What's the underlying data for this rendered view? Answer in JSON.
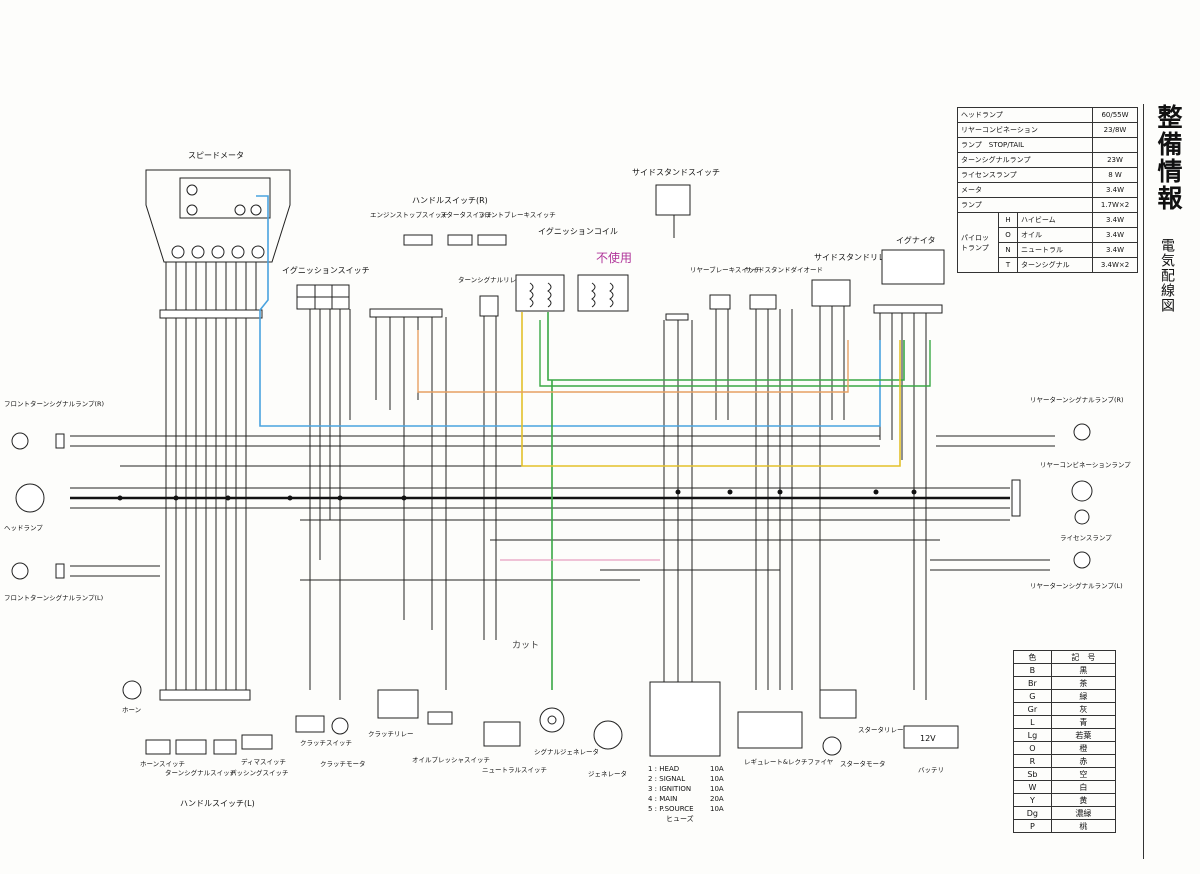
{
  "title": "整備情報",
  "subtitle": "電気配線図",
  "spec_table": {
    "rows": [
      {
        "label": "ヘッドランプ",
        "value": "60/55W"
      },
      {
        "label": "リヤーコンビネーション",
        "value": "23/8W"
      },
      {
        "label": "ランプ　STOP/TAIL",
        "value": ""
      },
      {
        "label": "ターンシグナルランプ",
        "value": "23W"
      },
      {
        "label": "ライセンスランプ",
        "value": "8 W"
      },
      {
        "label": "メータ",
        "value": "3.4W"
      },
      {
        "label": "ランプ",
        "value": "1.7W×2"
      }
    ],
    "pilot_label": "パイロットランプ",
    "pilot_rows": [
      {
        "key": "H",
        "label": "ハイビーム",
        "value": "3.4W"
      },
      {
        "key": "O",
        "label": "オイル",
        "value": "3.4W"
      },
      {
        "key": "N",
        "label": "ニュートラル",
        "value": "3.4W"
      },
      {
        "key": "T",
        "label": "ターンシグナル",
        "value": "3.4W×2"
      }
    ]
  },
  "color_code": {
    "header_color": "色",
    "header_code": "記　号",
    "rows": [
      {
        "code": "B",
        "color": "黒"
      },
      {
        "code": "Br",
        "color": "茶"
      },
      {
        "code": "G",
        "color": "緑"
      },
      {
        "code": "Gr",
        "color": "灰"
      },
      {
        "code": "L",
        "color": "青"
      },
      {
        "code": "Lg",
        "color": "若葉"
      },
      {
        "code": "O",
        "color": "橙"
      },
      {
        "code": "R",
        "color": "赤"
      },
      {
        "code": "Sb",
        "color": "空"
      },
      {
        "code": "W",
        "color": "白"
      },
      {
        "code": "Y",
        "color": "黄"
      },
      {
        "code": "Dg",
        "color": "濃緑"
      },
      {
        "code": "P",
        "color": "桃"
      }
    ]
  },
  "fuses": {
    "rows": [
      {
        "name": "1 : HEAD",
        "rating": "10A"
      },
      {
        "name": "2 : SIGNAL",
        "rating": "10A"
      },
      {
        "name": "3 : IGNITION",
        "rating": "10A"
      },
      {
        "name": "4 : MAIN",
        "rating": "20A"
      },
      {
        "name": "5 : P.SOURCE",
        "rating": "10A"
      }
    ],
    "caption": "ヒューズ"
  },
  "components": {
    "speedometer": "スピードメータ",
    "ignition_switch": "イグニッションスイッチ",
    "handle_switch_r": "ハンドルスイッチ(R)",
    "engine_stop_switch": "エンジンストップスイッチ",
    "starter_switch": "スタータスイッチ",
    "front_brake_switch": "フロントブレーキスイッチ",
    "turn_signal_relay": "ターンシグナルリレー",
    "ignition_coil": "イグニッションコイル",
    "side_stand_switch": "サイドスタンドスイッチ",
    "rear_brake_switch": "リヤーブレーキスイッチ",
    "side_stand_diode": "サイドスタンドダイオード",
    "side_stand_relay": "サイドスタンドリレー",
    "igniter": "イグナイタ",
    "front_turn_r": "フロントターンシグナルランプ(R)",
    "headlamp": "ヘッドランプ",
    "front_turn_l": "フロントターンシグナルランプ(L)",
    "rear_turn_r": "リヤーターンシグナルランプ(R)",
    "rear_combo": "リヤーコンビネーションランプ",
    "license_lamp": "ライセンスランプ",
    "rear_turn_l": "リヤーターンシグナルランプ(L)",
    "horn": "ホーン",
    "horn_switch": "ホーンスイッチ",
    "turn_signal_switch": "ターンシグナルスイッチ",
    "passing_switch": "パッシングスイッチ",
    "dimmer_switch": "ディマスイッチ",
    "handle_switch_l": "ハンドルスイッチ(L)",
    "clutch_switch": "クラッチスイッチ",
    "clutch_motor": "クラッチモータ",
    "clutch_relay": "クラッチリレー",
    "oil_pressure_switch": "オイルプレッシャスイッチ",
    "neutral_switch": "ニュートラルスイッチ",
    "signal_generator": "シグナルジェネレータ",
    "generator": "ジェネレータ",
    "regulator": "レギュレート&レクチファイヤ",
    "starter_relay": "スタータリレー",
    "starter_motor": "スタータモータ",
    "battery": "バッテリ",
    "battery_voltage": "12V"
  },
  "handwritten_notes": {
    "unused": "不使用",
    "cut": "カット"
  },
  "wire_colors": {
    "blue": "#4aa3df",
    "green": "#3aa845",
    "yellow": "#e3c12a",
    "orange": "#e7a062",
    "pink": "#e7a0c0",
    "red_marks": "#d0304a",
    "violet_marks": "#b0359a"
  }
}
